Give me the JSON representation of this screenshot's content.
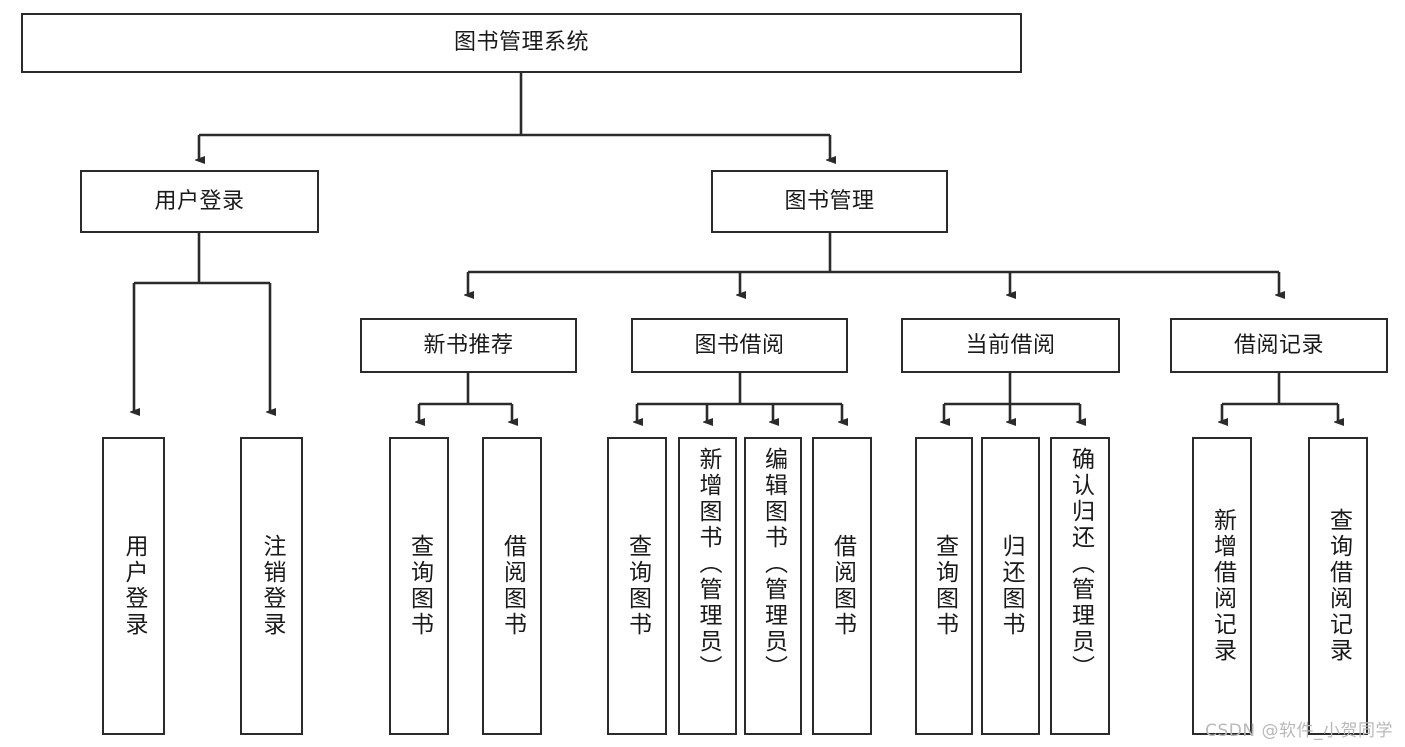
{
  "diagram": {
    "title": "图书管理系统",
    "type": "tree-hierarchy-diagram",
    "watermark": "CSDN @软件_小贺同学",
    "colors": {
      "stroke": "#2b2b2b",
      "fill": "#ffffff",
      "text": "#1a1a1a",
      "watermark": "#b9b9b9"
    }
  },
  "nodes": {
    "root": {
      "label": "图书管理系统"
    },
    "level1": [
      {
        "id": "user-login",
        "label": "用户登录"
      },
      {
        "id": "book-manage",
        "label": "图书管理"
      }
    ],
    "level2": [
      {
        "id": "new-book-recommend",
        "label": "新书推荐"
      },
      {
        "id": "book-borrow",
        "label": "图书借阅"
      },
      {
        "id": "current-borrow",
        "label": "当前借阅"
      },
      {
        "id": "borrow-record",
        "label": "借阅记录"
      }
    ],
    "leaves": {
      "user_login": [
        {
          "id": "leaf-user-login",
          "label": "用户登录"
        },
        {
          "id": "leaf-logout-login",
          "label": "注销登录"
        }
      ],
      "new_book_recommend": [
        {
          "id": "leaf-query-book-1",
          "label": "查询图书"
        },
        {
          "id": "leaf-borrow-book-1",
          "label": "借阅图书"
        }
      ],
      "book_borrow": [
        {
          "id": "leaf-query-book-2",
          "label": "查询图书"
        },
        {
          "id": "leaf-add-book",
          "label": "新增图书（管理员）"
        },
        {
          "id": "leaf-edit-book",
          "label": "编辑图书（管理员）"
        },
        {
          "id": "leaf-borrow-book-2",
          "label": "借阅图书"
        }
      ],
      "current_borrow": [
        {
          "id": "leaf-query-book-3",
          "label": "查询图书"
        },
        {
          "id": "leaf-return-book",
          "label": "归还图书"
        },
        {
          "id": "leaf-confirm-return",
          "label": "确认归还（管理员）"
        }
      ],
      "borrow_record": [
        {
          "id": "leaf-add-record",
          "label": "新增借阅记录"
        },
        {
          "id": "leaf-query-record",
          "label": "查询借阅记录"
        }
      ]
    }
  }
}
